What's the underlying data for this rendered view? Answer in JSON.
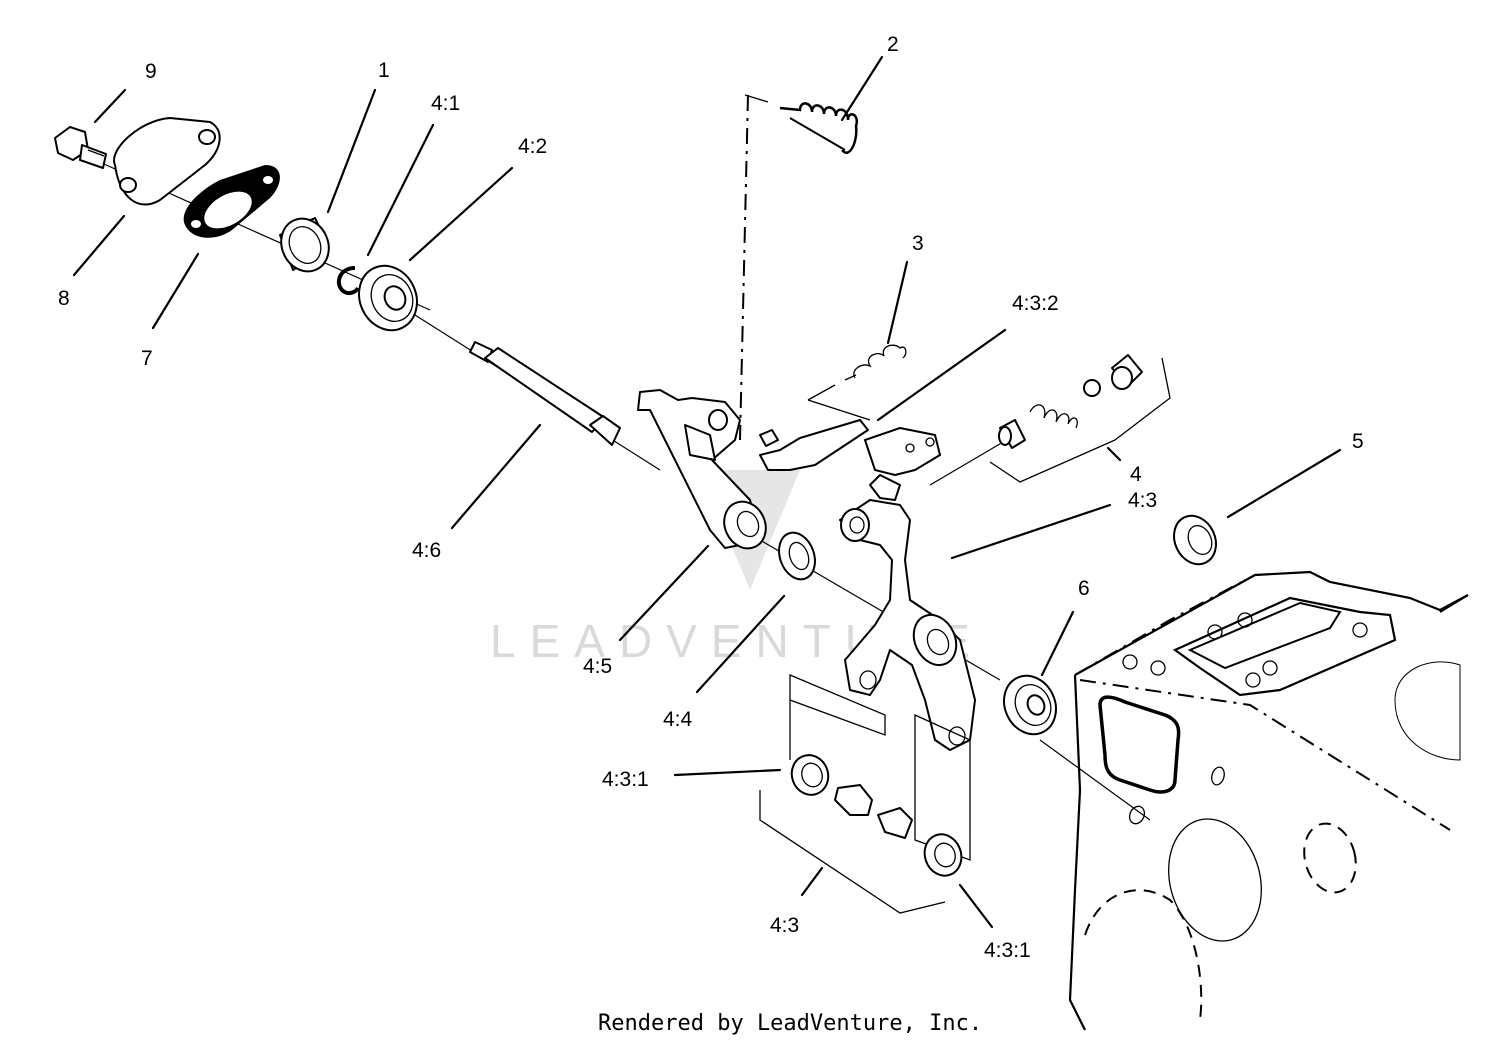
{
  "watermark": "LEADVENTURE",
  "credit": "Rendered by LeadVenture, Inc.",
  "callouts": {
    "c9": "9",
    "c1": "1",
    "c41": "4:1",
    "c42": "4:2",
    "c2": "2",
    "c8": "8",
    "c7": "7",
    "c3": "3",
    "c432": "4:3:2",
    "c4": "4",
    "c43a": "4:3",
    "c5": "5",
    "c46": "4:6",
    "c45": "4:5",
    "c6": "6",
    "c44": "4:4",
    "c431a": "4:3:1",
    "c43b": "4:3",
    "c431b": "4:3:1"
  }
}
